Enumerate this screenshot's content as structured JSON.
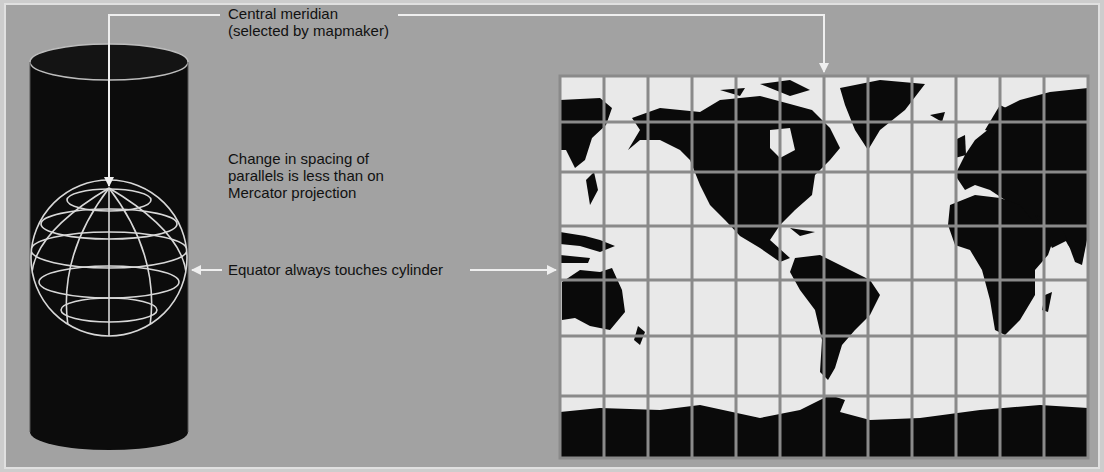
{
  "diagram": {
    "labels": [
      "Central meridian (selected by mapmaker)",
      "Change in spacing of parallels is less than on Mercator projection",
      "Equator always touches cylinder"
    ]
  }
}
